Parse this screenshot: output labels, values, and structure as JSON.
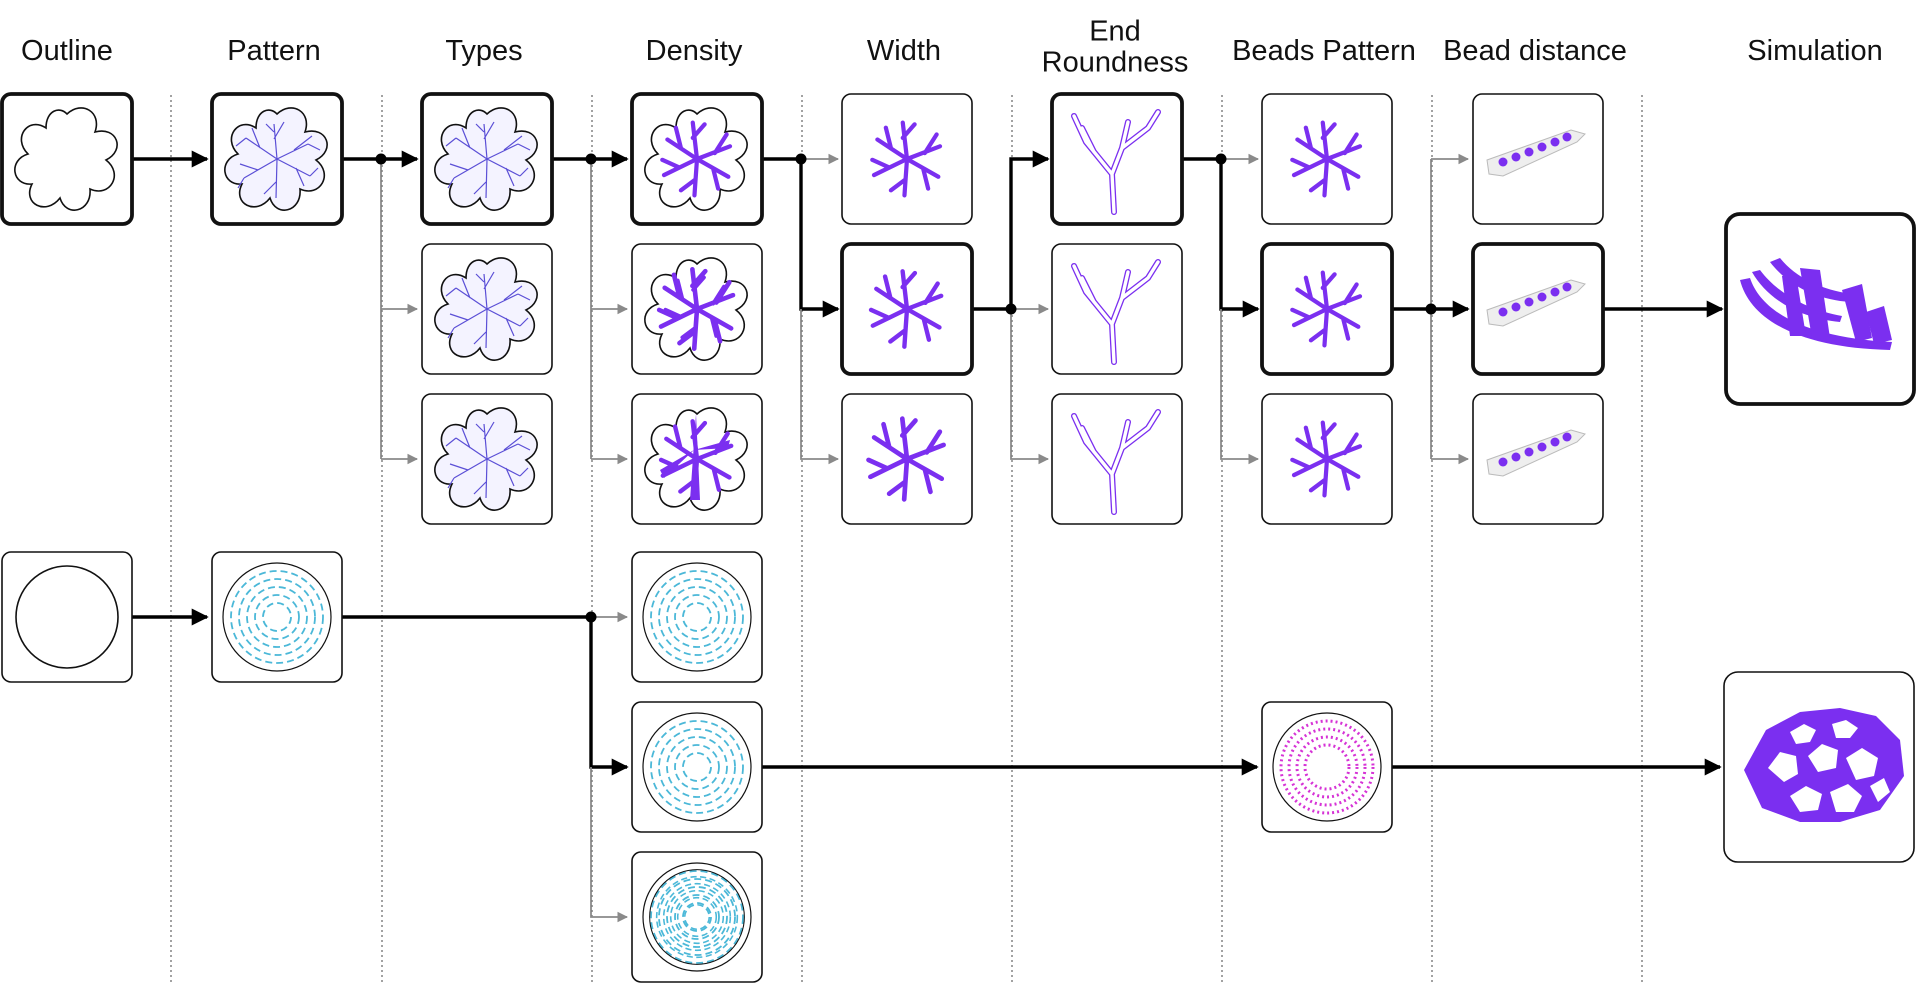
{
  "columns": [
    {
      "id": "outline",
      "title": "Outline"
    },
    {
      "id": "pattern",
      "title": "Pattern"
    },
    {
      "id": "types",
      "title": "Types"
    },
    {
      "id": "density",
      "title": "Density"
    },
    {
      "id": "width",
      "title": "Width"
    },
    {
      "id": "end-roundness",
      "title": "End\nRoundness"
    },
    {
      "id": "beads-pattern",
      "title": "Beads Pattern"
    },
    {
      "id": "bead-distance",
      "title": "Bead distance"
    },
    {
      "id": "simulation",
      "title": "Simulation"
    }
  ],
  "colors": {
    "leaf_pattern": "#5b4fd6",
    "purple": "#7b2ff0",
    "cyan": "#4bb8d8",
    "magenta": "#d633d6",
    "main_arrow": "#000000",
    "alt_arrow": "#8a8a8a"
  },
  "glyphs": {
    "flower_outline": "flower-outline-icon",
    "flower_pattern": "flower-branching-pattern-icon",
    "branch_cluster": "purple-branch-cluster-icon",
    "y_branch": "y-branch-shape-icon",
    "beads_strip": "bead-strip-icon",
    "circle_outline": "circle-outline-icon",
    "ring_pattern": "concentric-ring-pattern-icon",
    "ring_beads": "concentric-bead-rings-icon",
    "fan_sim": "fan-simulation-icon",
    "dome_sim": "dome-simulation-icon"
  }
}
